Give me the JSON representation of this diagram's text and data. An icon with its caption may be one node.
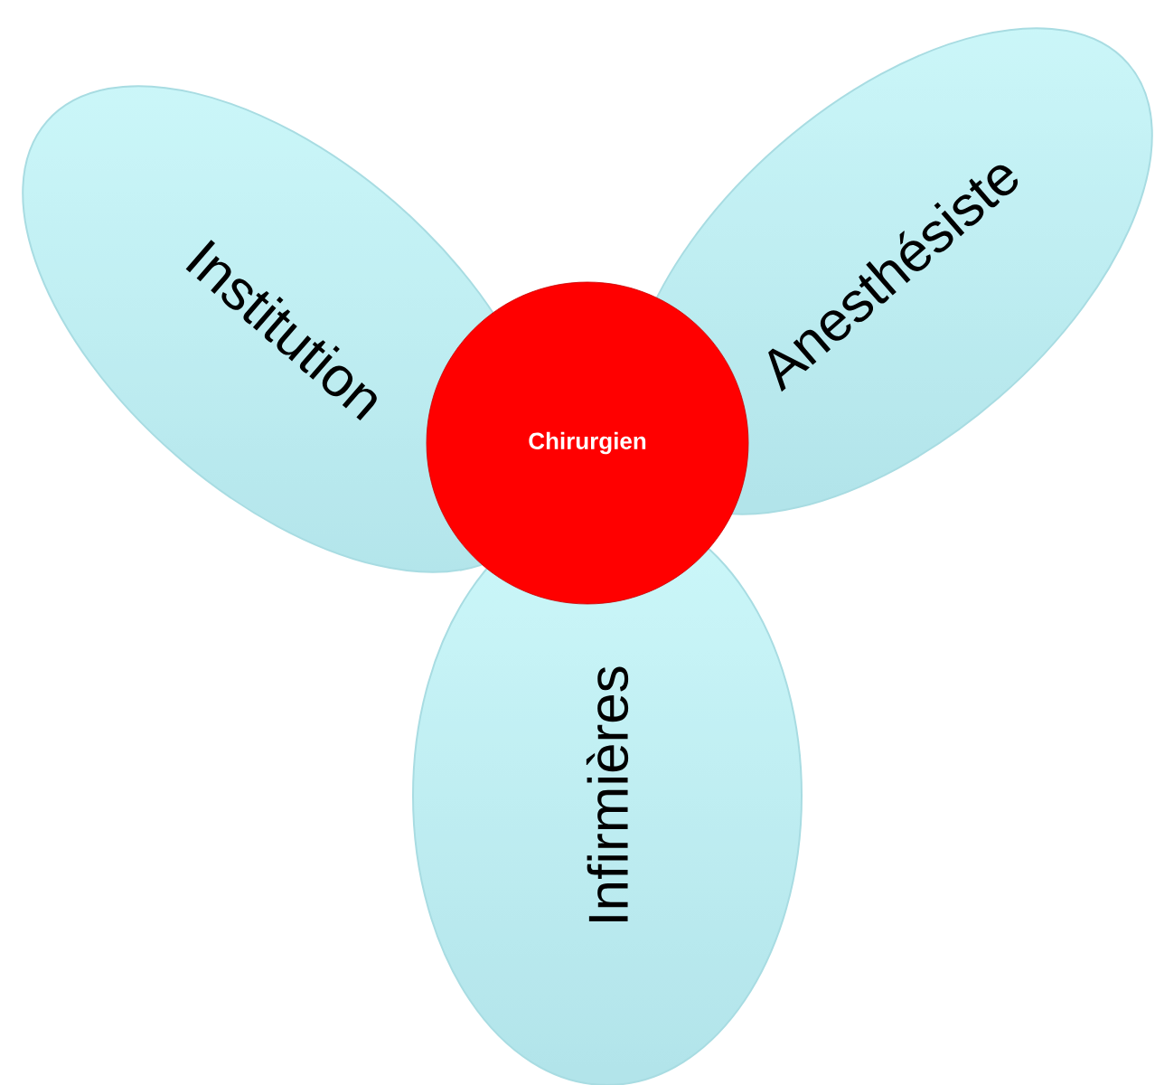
{
  "diagram": {
    "nodes": [
      {
        "text": [
          "Institution"
        ]
      },
      {
        "text": [
          "Anesthésiste"
        ]
      },
      {
        "text": [
          "Infirmières"
        ]
      },
      {
        "text": [
          "Chirurgien"
        ]
      }
    ]
  }
}
